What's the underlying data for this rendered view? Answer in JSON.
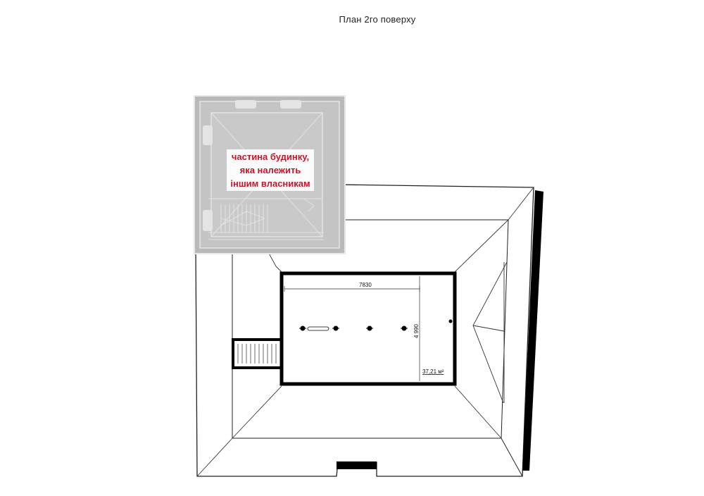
{
  "header": {
    "title": "План 2го поверху"
  },
  "plan": {
    "room_width_label": "7830",
    "room_depth_label": "4 990",
    "room_area_label": "37,21 м²",
    "neighbor_note": "частина будинку, яка належить іншим власникам"
  },
  "colors": {
    "wall": "#000000",
    "line": "#222222",
    "neighbor_overlay": "#b9b9b9"
  }
}
